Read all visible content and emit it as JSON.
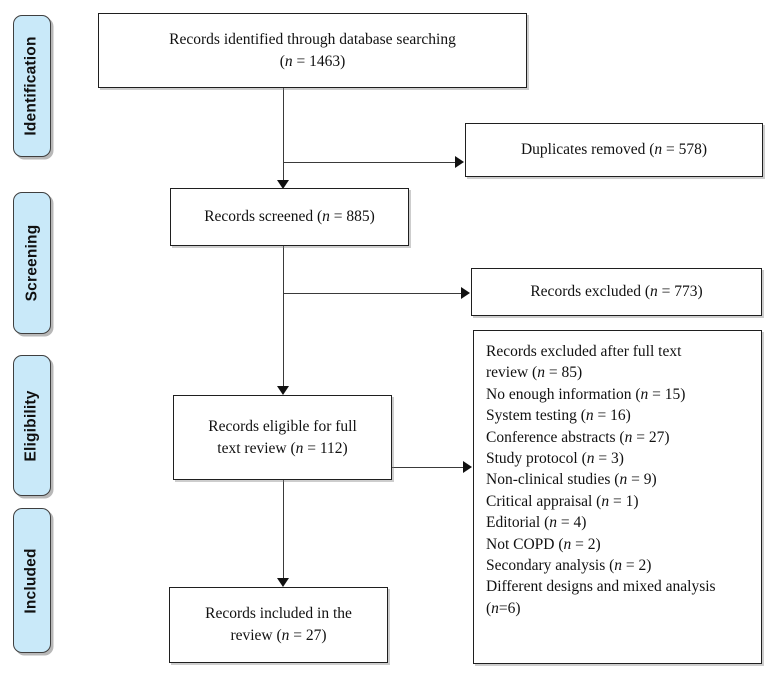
{
  "colors": {
    "stage_fill": "#c9e9f9",
    "stage_border": "#3f3f3f",
    "box_border": "#1f1f1f",
    "connector": "#3a3a3a",
    "text": "#111111"
  },
  "stages": [
    {
      "label": "Identification"
    },
    {
      "label": "Screening"
    },
    {
      "label": "Eligibility"
    },
    {
      "label": "Included"
    }
  ],
  "boxes": {
    "identified": {
      "lines": [
        "Records identified through database searching",
        "(n = 1463)"
      ]
    },
    "duplicates": {
      "lines": [
        "Duplicates removed (n = 578)"
      ]
    },
    "screened": {
      "lines": [
        "Records screened (n = 885)"
      ]
    },
    "excluded": {
      "lines": [
        "Records excluded (n = 773)"
      ]
    },
    "fulltext_excluded": {
      "lines": [
        "Records excluded after full text",
        "review (n = 85)",
        "No enough information (n = 15)",
        "System testing (n = 16)",
        "Conference abstracts (n = 27)",
        "Study protocol (n = 3)",
        "Non-clinical studies (n = 9)",
        "Critical appraisal (n = 1)",
        "Editorial (n = 4)",
        "Not COPD (n = 2)",
        "Secondary analysis (n = 2)",
        "Different designs and mixed analysis",
        "(n=6)"
      ]
    },
    "eligible": {
      "lines": [
        "Records eligible for full",
        "text review (n = 112)"
      ]
    },
    "included": {
      "lines": [
        "Records included in the",
        "review (n = 27)"
      ]
    }
  }
}
